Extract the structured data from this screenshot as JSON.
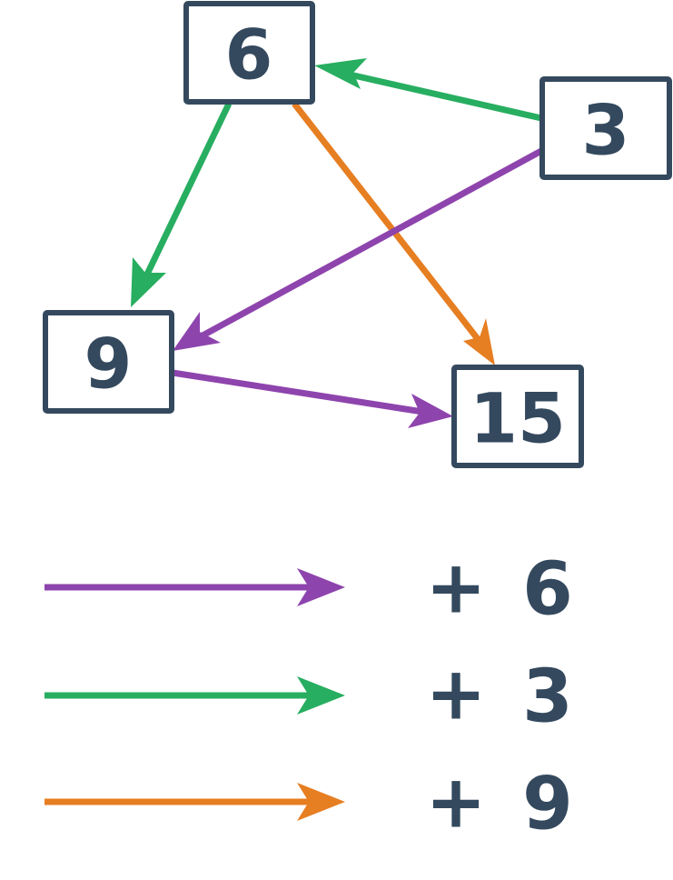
{
  "colors": {
    "ink": "#34495e",
    "purple": "#8e44ad",
    "green": "#27ae60",
    "orange": "#e67e22"
  },
  "nodes": {
    "six": "6",
    "three": "3",
    "nine": "9",
    "fifteen": "15"
  },
  "edges": [
    {
      "from": "3",
      "to": "6",
      "color": "green"
    },
    {
      "from": "6",
      "to": "9",
      "color": "green"
    },
    {
      "from": "6",
      "to": "15",
      "color": "orange"
    },
    {
      "from": "3",
      "to": "9",
      "color": "purple"
    },
    {
      "from": "9",
      "to": "15",
      "color": "purple"
    }
  ],
  "legend": [
    {
      "color": "purple",
      "op": "+",
      "value": "6"
    },
    {
      "color": "green",
      "op": "+",
      "value": "3"
    },
    {
      "color": "orange",
      "op": "+",
      "value": "9"
    }
  ]
}
